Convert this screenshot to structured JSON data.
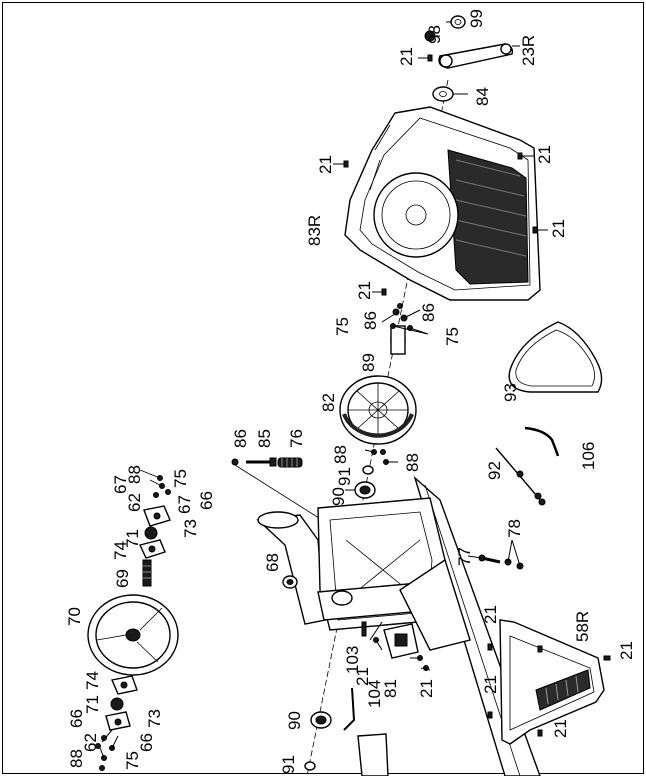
{
  "labels": {
    "p99": "99",
    "p98": "98",
    "p21a": "21",
    "p23R": "23R",
    "p84": "84",
    "p21b": "21",
    "p21c": "21",
    "p83R": "83R",
    "p21d": "21",
    "p21e": "21",
    "p75a": "75",
    "p86a": "86",
    "p86b": "86",
    "p75b": "75",
    "p89": "89",
    "p82": "82",
    "p93": "93",
    "p86c": "86",
    "p85": "85",
    "p76": "76",
    "p88a": "88",
    "p91a": "91",
    "p88b": "88",
    "p90a": "90",
    "p92": "92",
    "p106": "106",
    "p88c": "88",
    "p67a": "67",
    "p75c": "75",
    "p66a": "66",
    "p67b": "67",
    "p62a": "62",
    "p73a": "73",
    "p74a": "74",
    "p71a": "71",
    "p69": "69",
    "p68": "68",
    "p77": "77",
    "p78": "78",
    "p70": "70",
    "p103": "103",
    "p21f": "21",
    "p104": "104",
    "p81": "81",
    "p21g": "21",
    "p21h": "21",
    "p58R": "58R",
    "p21i": "21",
    "p21j": "21",
    "p21k": "21",
    "p74b": "74",
    "p71b": "71",
    "p73b": "73",
    "p66b": "66",
    "p62b": "62",
    "p66c": "66",
    "p88d": "88",
    "p75d": "75",
    "p90b": "90",
    "p91b": "91"
  }
}
